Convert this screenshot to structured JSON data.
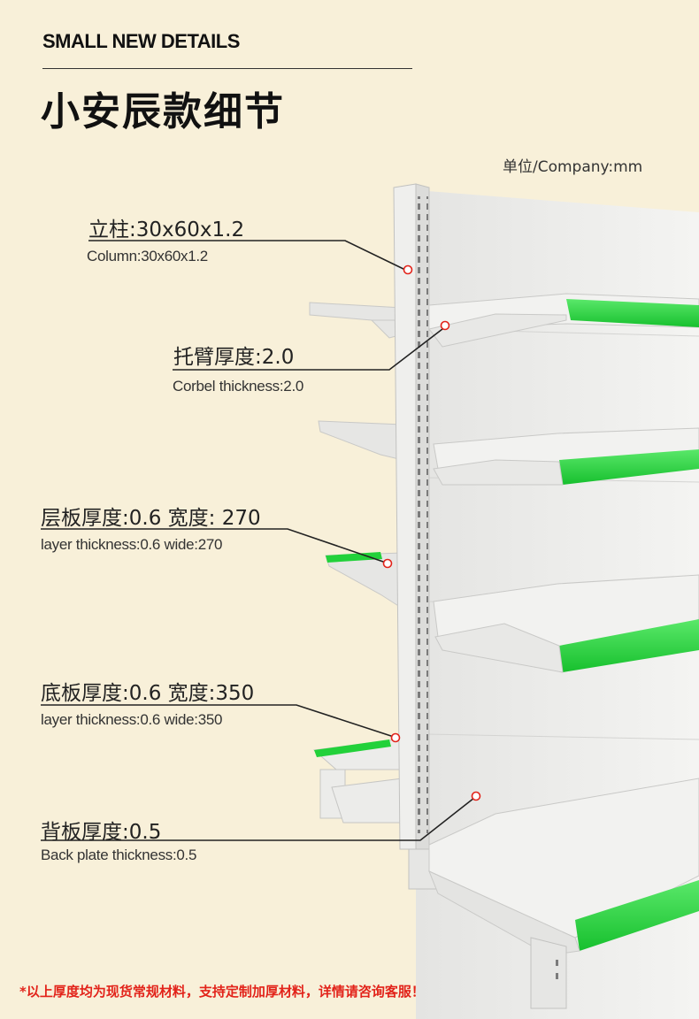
{
  "header": {
    "en_title": "SMALL NEW DETAILS",
    "cn_title": "小安辰款细节",
    "unit": "单位/Company:mm"
  },
  "callouts": [
    {
      "cn": "立柱:30x60x1.2",
      "en": "Column:30x60x1.2"
    },
    {
      "cn": "托臂厚度:2.0",
      "en": "Corbel thickness:2.0"
    },
    {
      "cn": "层板厚度:0.6 宽度: 270",
      "en": "layer thickness:0.6 wide:270"
    },
    {
      "cn": "底板厚度:0.6 宽度:350",
      "en": "layer thickness:0.6 wide:350"
    },
    {
      "cn": "背板厚度:0.5",
      "en": "Back plate thickness:0.5"
    }
  ],
  "footer": {
    "note": "*以上厚度均为现货常规材料，支持定制加厚材料，详情请咨询客服！"
  },
  "colors": {
    "background": "#f8f0d9",
    "shelf_white": "#eeeeec",
    "accent_green": "#22d13a",
    "marker_red": "#e2231a",
    "note_red": "#e2231a"
  }
}
